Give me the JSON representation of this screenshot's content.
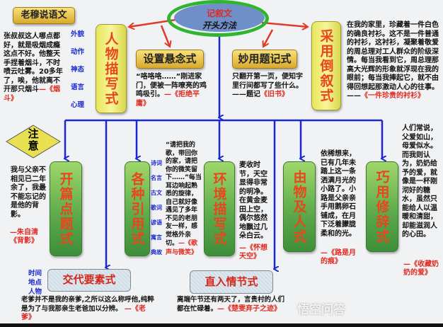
{
  "title_badge": "老穆说语文",
  "center": {
    "line1": "记叙文",
    "line2": "开头方法"
  },
  "methods": {
    "character": {
      "label": "人物描写式",
      "aspects": [
        "外貌",
        "动作",
        "神态",
        "语言",
        "心理"
      ],
      "example": "张叔叔这人哪点都好，就是吸烟成瘾这点不好。他整天手捏着烟斗，不时喷云吐雾。20多年了，唉，他就离不开那只烟斗",
      "source": "—《烟斗》"
    },
    "suspense": {
      "label": "设置悬念式",
      "example": "“咯咯咯……”刚进家门，便被一阵嘹亮的鸡鸣吸引。",
      "source": "—《拒绝平庸》"
    },
    "epigraph": {
      "label": "妙用题记式",
      "example": "只翻开第一页，便知字里行间都写了些什么。——题记",
      "source": "《旧书》"
    },
    "flashback": {
      "label": "采用倒叙式",
      "example": "在我的家里，珍藏着一件白色的确良衬衫。这不是一件普通的衬衫，这衬衫，凝聚着敬爱的周总理对工人群众的阶级深情。每当我看到它，周总理那高大光辉的形象就浮现在我的眼前；每当我捧起它，就不由得回想起那激动人心的往事。——",
      "source": "《一件珍贵的衬衫》"
    },
    "note": "注意",
    "topic": {
      "label": "开篇点题式",
      "example": "我与父亲不相见已二年余了，我最不能忘记的是他的背影。",
      "source": "—朱自清《背影》"
    },
    "quote": {
      "label": "各种引用式",
      "kinds": [
        "诗词",
        "名言",
        "古文",
        "歌词",
        "谚语",
        "寓言",
        "典故"
      ],
      "example": "“请把我的歌，带回你的家，请把你的微笑留下……”每当耳边响起熟悉的旋律，自己就好像遇见了多年不见的老朋友一样，感觉格外亲切。",
      "source": "—《歌声与微笑》"
    },
    "environment": {
      "label": "环境描写式",
      "example": "麦收时节，天空显得非常的明净。在黄金麦田上空，偶尔悠然地飘过几朵白云。",
      "source": "—《怀想天空》"
    },
    "object": {
      "label": "由物及人式",
      "example": "依稀想来，已有几年未踏上这一条洒满月光的小路了。小路是父亲亲手用鹅卵石铺成，在月下泛着朦胧柔和的光。",
      "source": "—《路是月的痕》"
    },
    "rhetoric": {
      "label": "巧用修辞式",
      "example": "人们常说，父爱如山，母爱似水。而我则认为，奶奶给予的爱，就像是一杯刚沏好的糖水，虽然只能给人以温暖和清甜，却能滋润人的心田。",
      "source": "—《收藏奶奶的爱》"
    },
    "elements": {
      "label": "交代要素式",
      "aspects": [
        "时间",
        "地点",
        "人物"
      ],
      "example": "老爹并不是我的亲爹,之所以这么称呼他,纯粹是为了与我那亲生老爸加以分辨。",
      "source": "—《老爹》"
    },
    "plot": {
      "label": "直入情节式",
      "example": "离端午节还有两天了，言贵村的人们都在忙碌着。",
      "source": "—《楚雯弃子之迹》"
    }
  },
  "watermark": "悟空问答"
}
